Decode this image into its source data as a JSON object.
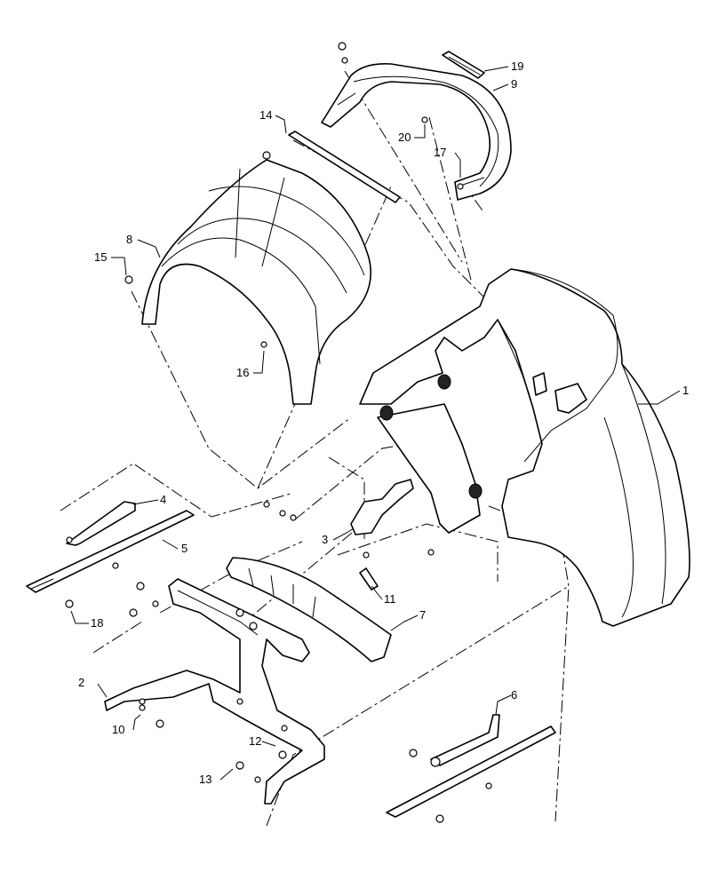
{
  "callouts": [
    {
      "num": "1"
    },
    {
      "num": "2"
    },
    {
      "num": "3"
    },
    {
      "num": "4"
    },
    {
      "num": "5"
    },
    {
      "num": "6"
    },
    {
      "num": "7"
    },
    {
      "num": "8"
    },
    {
      "num": "9"
    },
    {
      "num": "10"
    },
    {
      "num": "11"
    },
    {
      "num": "12"
    },
    {
      "num": "13"
    },
    {
      "num": "14"
    },
    {
      "num": "15"
    },
    {
      "num": "16"
    },
    {
      "num": "17"
    },
    {
      "num": "18"
    },
    {
      "num": "19"
    },
    {
      "num": "20"
    }
  ]
}
